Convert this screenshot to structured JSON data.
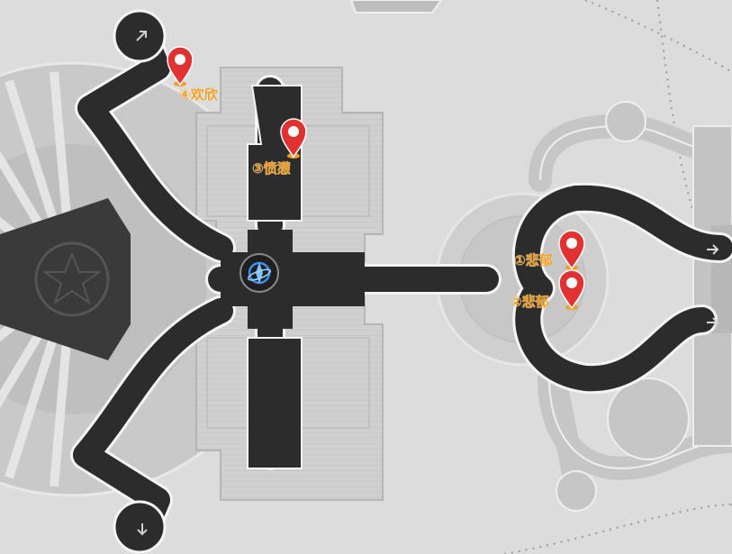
{
  "map": {
    "colors": {
      "background": "#dcdcdc",
      "path": "#2c2c2c",
      "path_edge": "#f4f4f4",
      "building": "#c8c8c8",
      "marker": "#e23131",
      "label": "#f0a023"
    },
    "markers": [
      {
        "id": "marker-4",
        "label": "④欢欣",
        "type": "location-pin-icon"
      },
      {
        "id": "marker-3",
        "label": "③愤懑",
        "type": "location-pin-icon"
      },
      {
        "id": "marker-1",
        "label": "①悲郁",
        "type": "location-pin-icon"
      },
      {
        "id": "marker-2",
        "label": "②悲郁",
        "type": "location-pin-icon"
      }
    ],
    "space_anchor": {
      "icon": "space-anchor-icon"
    },
    "exits": [
      {
        "icon": "arrow-up-right-icon"
      },
      {
        "icon": "arrow-down-icon"
      },
      {
        "icon": "arrow-right-icon"
      },
      {
        "icon": "arrow-right-icon"
      }
    ]
  }
}
